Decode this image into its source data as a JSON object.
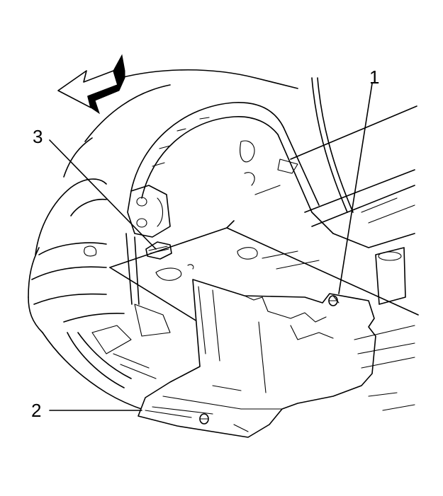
{
  "diagram": {
    "callouts": [
      {
        "id": "1",
        "label": "1"
      },
      {
        "id": "2",
        "label": "2"
      },
      {
        "id": "3",
        "label": "3"
      }
    ],
    "colors": {
      "line": "#000000",
      "background": "#ffffff"
    },
    "icons": [
      "direction-arrow-icon"
    ]
  }
}
